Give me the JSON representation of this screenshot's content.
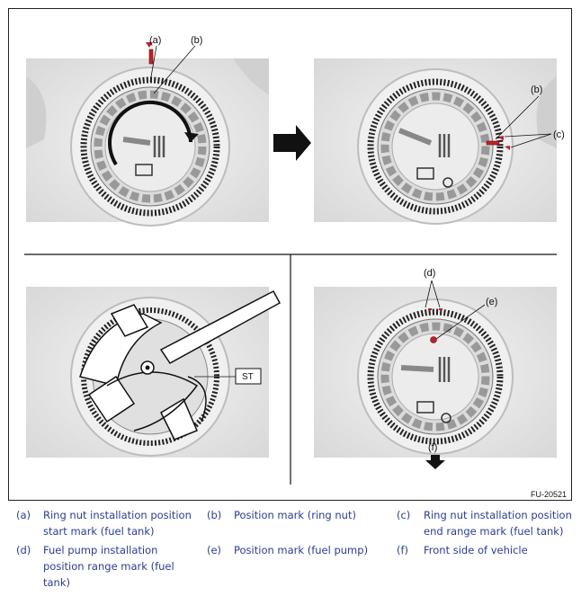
{
  "figure": {
    "callouts": {
      "a": "(a)",
      "b": "(b)",
      "c": "(c)",
      "d": "(d)",
      "e": "(e)",
      "f": "(f)"
    },
    "tool_label": "ST",
    "figure_id": "FU-20521"
  },
  "legend": [
    {
      "key": "(a)",
      "text": "Ring nut installation position start mark (fuel tank)"
    },
    {
      "key": "(b)",
      "text": "Position mark (ring nut)"
    },
    {
      "key": "(c)",
      "text": "Ring nut installation position end range mark (fuel tank)"
    },
    {
      "key": "(d)",
      "text": "Fuel pump installation position range mark (fuel tank)"
    },
    {
      "key": "(e)",
      "text": "Position mark (fuel pump)"
    },
    {
      "key": "(f)",
      "text": "Front side of vehicle"
    }
  ],
  "colors": {
    "mark_red": "#c0202a",
    "legend_text": "#2a3d8f",
    "line": "#111111",
    "bg_gray": "#e6e6e6"
  }
}
